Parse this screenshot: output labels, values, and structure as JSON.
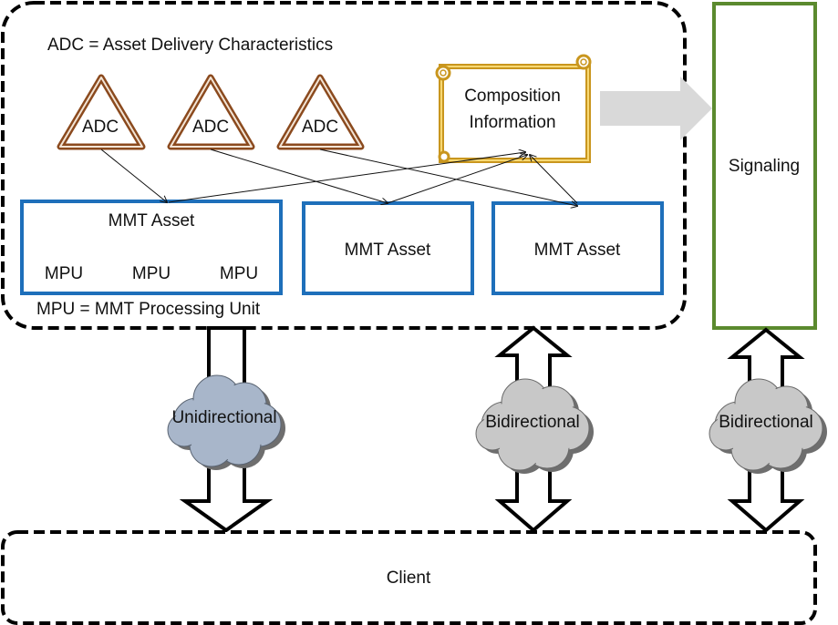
{
  "legend": {
    "adc": "ADC = Asset Delivery Characteristics",
    "mpu": "MPU = MMT Processing Unit"
  },
  "adc_label": "ADC",
  "composition": {
    "line1": "Composition",
    "line2": "Information"
  },
  "assets": {
    "asset1_label": "MMT Asset",
    "asset2_label": "MMT Asset",
    "asset3_label": "MMT Asset",
    "mpu_label": "MPU"
  },
  "signaling_label": "Signaling",
  "clouds": {
    "unidirectional": "Unidirectional",
    "bidirectional": "Bidirectional"
  },
  "client_label": "Client",
  "colors": {
    "adc_stroke": "#8B4A1E",
    "scroll_stroke": "#E8B830",
    "asset_stroke": "#1E6FBA",
    "signaling_stroke": "#5B8A2E",
    "unidirectional_cloud": "#A8B6CA",
    "bidirectional_cloud": "#C8C8C8",
    "big_arrow": "#D9D9D9"
  }
}
